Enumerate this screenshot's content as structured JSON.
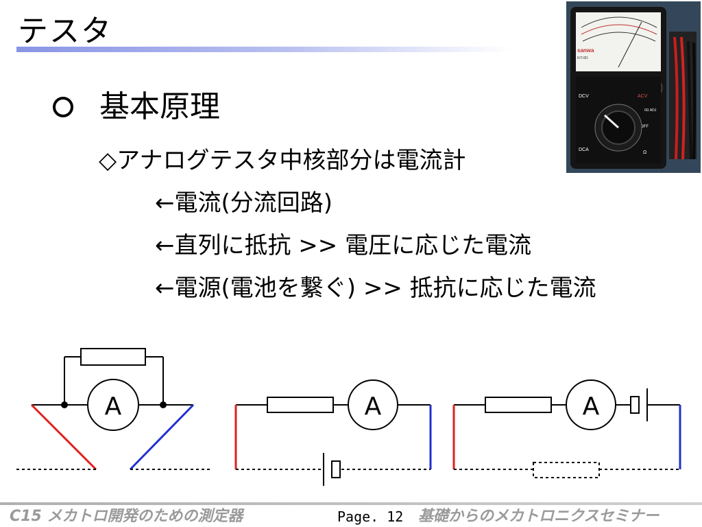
{
  "slide": {
    "title": "テスタ",
    "heading": "基本原理",
    "lines": [
      "◇アナログテスタ中核部分は電流計",
      "←電流(分流回路)",
      "←直列に抵抗 >> 電圧に応じた電流",
      "←電源(電池を繋ぐ) >> 抵抗に応じた電流"
    ]
  },
  "photo": {
    "brand": "sanwa",
    "model": "KIT-8D",
    "dial_labels": [
      "DCV",
      "ACV",
      "DCA",
      "OFF",
      "0Ω ADJ",
      "Ω"
    ]
  },
  "circuits": {
    "meter_symbol": "A"
  },
  "footer": {
    "left": "C15 メカトロ開発のための測定器",
    "page": "Page. 12",
    "right": "基礎からのメカトロニクスセミナー"
  },
  "colors": {
    "title_bar": "#8a94e6",
    "probe_red": "#e02020",
    "probe_blue": "#2030d0",
    "footer_text": "#9a9a9a"
  }
}
